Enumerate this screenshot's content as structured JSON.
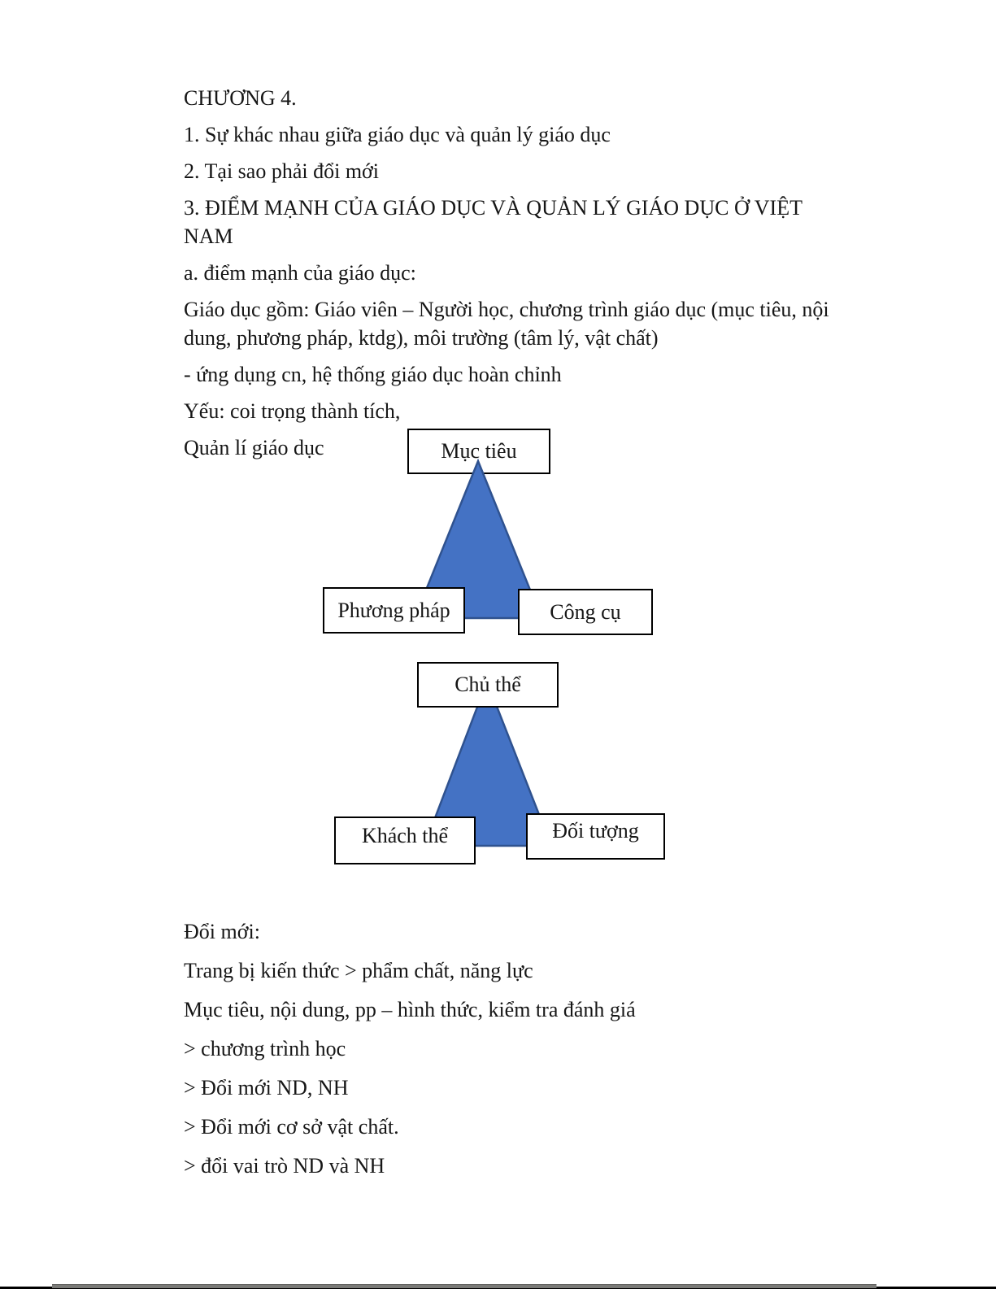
{
  "document": {
    "sections": {
      "intro": [
        "CHƯƠNG 4.",
        "1. Sự khác nhau giữa giáo dục và quản lý giáo dục",
        "2. Tại sao phải đổi mới",
        "3. ĐIỂM MẠNH CỦA GIÁO DỤC VÀ QUẢN LÝ GIÁO DỤC Ở VIỆT NAM",
        "a. điểm mạnh của giáo dục:",
        "Giáo dục gồm: Giáo viên – Người học, chương trình giáo dục (mục tiêu, nội dung, phương pháp, ktdg), môi trường (tâm lý, vật chất)",
        "- ứng dụng cn, hệ thống giáo dục hoàn chỉnh",
        "Yếu: coi trọng thành tích,",
        "Quản lí giáo dục"
      ],
      "doi_moi": [
        "Đổi mới:",
        "Trang bị kiến thức > phẩm chất, năng lực",
        "Mục tiêu, nội dung, pp – hình thức, kiểm tra đánh giá",
        "> chương trình học",
        "> Đổi mới ND, NH",
        "> Đổi mới cơ sở vật chất.",
        "> đổi vai trò ND và NH"
      ]
    },
    "diagram1": {
      "top": "Mục tiêu",
      "bottom_left": "Phương pháp",
      "bottom_right": "Công cụ"
    },
    "diagram2": {
      "top": "Chủ thể",
      "bottom_left": "Khách thể",
      "bottom_right": "Đối tượng"
    },
    "colors": {
      "triangle_fill": "#4472C4",
      "triangle_stroke": "#2F528F"
    }
  }
}
